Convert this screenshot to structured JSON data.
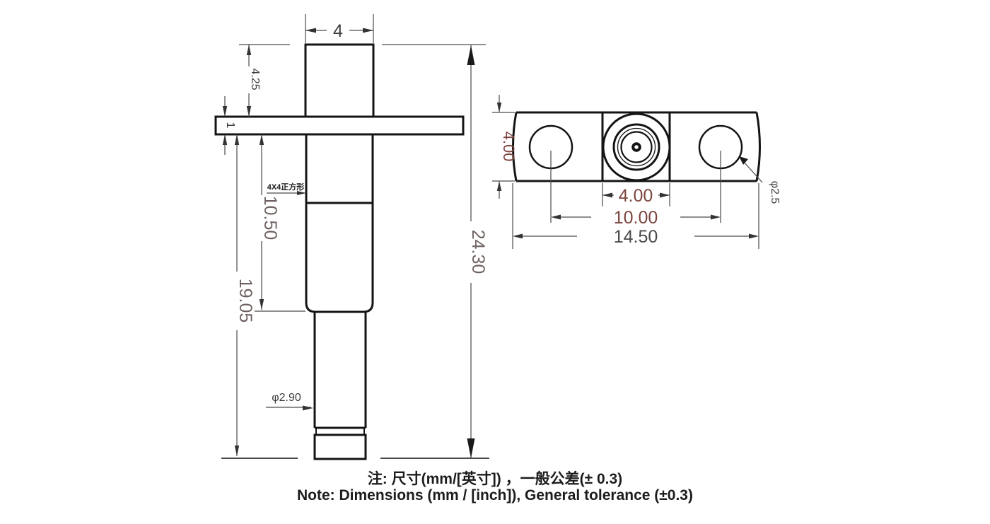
{
  "drawing": {
    "front_view": {
      "dim_width_top": "4",
      "dim_post_height": "4.25",
      "dim_flange_thickness": "1",
      "dim_square_length": "10.50",
      "dim_shaft_length": "19.05",
      "dim_total_height": "24.30",
      "label_square_section": "4X4正方形",
      "dim_shaft_diameter": "φ2.90"
    },
    "top_view": {
      "dim_body_height": "4.00",
      "dim_center_width": "4.00",
      "dim_hole_spacing": "10.00",
      "dim_total_width": "14.50",
      "dim_hole_diameter": "φ2.5"
    },
    "notes": {
      "line1_zh": "注: 尺寸(mm/[英寸]) ，一般公差(± 0.3)",
      "line2_en": "Note: Dimensions (mm / [inch]), General tolerance (±0.3)"
    },
    "colors": {
      "outline": "#141414",
      "dim_line": "#4a4a4a",
      "text_gray": "#3f3f3f",
      "text_warm_gray": "#6e6260",
      "text_red": "#7d453f"
    }
  }
}
